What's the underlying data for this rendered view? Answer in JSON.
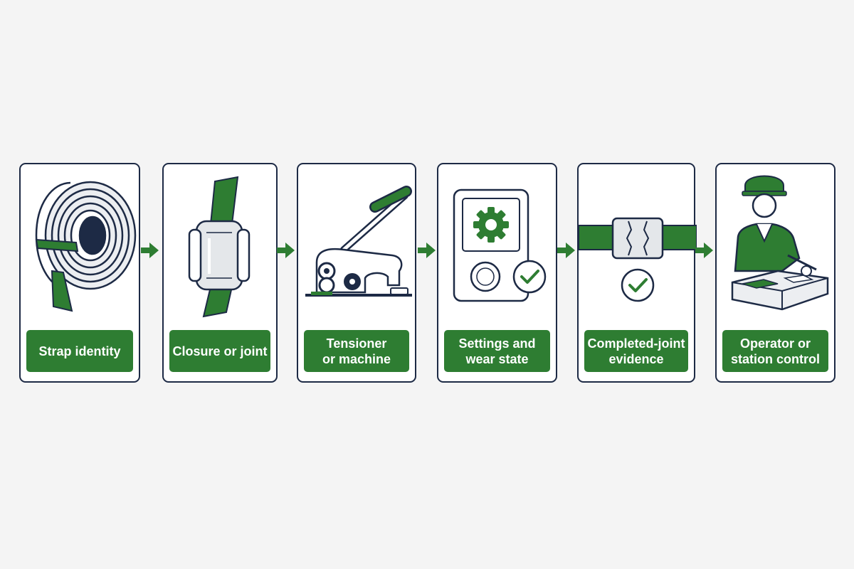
{
  "steps": [
    {
      "label": "Strap identity",
      "icon": "strap-coil-icon"
    },
    {
      "label": "Closure or joint",
      "icon": "strap-seal-icon"
    },
    {
      "label": "Tensioner\nor machine",
      "icon": "tensioner-tool-icon"
    },
    {
      "label": "Settings and\nwear state",
      "icon": "settings-panel-icon"
    },
    {
      "label": "Completed-joint\nevidence",
      "icon": "completed-joint-icon"
    },
    {
      "label": "Operator or\nstation control",
      "icon": "operator-station-icon"
    }
  ],
  "colors": {
    "accent": "#2e7d32",
    "outline": "#1d2a45",
    "background": "#f4f4f4"
  }
}
